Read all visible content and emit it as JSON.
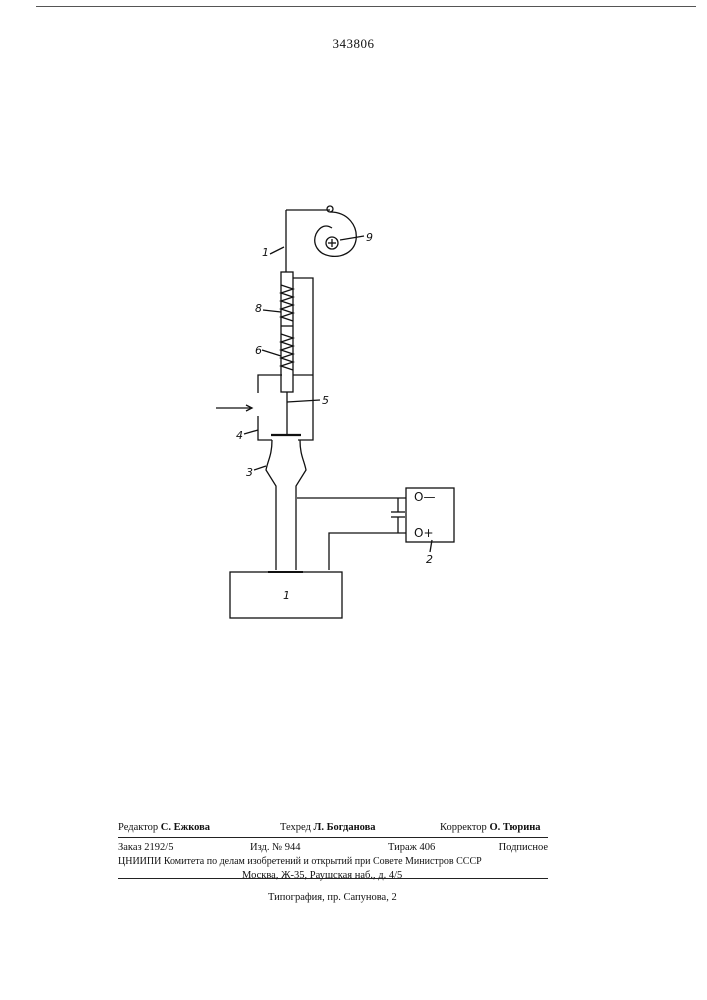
{
  "patent_number": "343806",
  "diagram": {
    "labels": {
      "rod": "1",
      "power_source": "2",
      "horn": "3",
      "inlet": "4",
      "stem": "5",
      "lower_spring": "6",
      "upper_spring": "8",
      "cam": "9",
      "base": "1"
    },
    "power_terminals": {
      "negative": "O—",
      "positive": "O+"
    }
  },
  "footer": {
    "editor": {
      "label": "Редактор",
      "name": "С. Ежкова"
    },
    "techred": {
      "label": "Техред",
      "name": "Л. Богданова"
    },
    "corrector": {
      "label": "Корректор",
      "name": "О. Тюрина"
    },
    "order": "Заказ 2192/5",
    "edition": "Изд. № 944",
    "circulation": "Тираж 406",
    "subscription": "Подписное",
    "org_line": "ЦНИИПИ Комитета по делам изобретений и открытий при Совете Министров СССР",
    "address": "Москва, Ж-35, Раушская наб., д. 4/5",
    "printer": "Типография, пр. Сапунова, 2"
  }
}
